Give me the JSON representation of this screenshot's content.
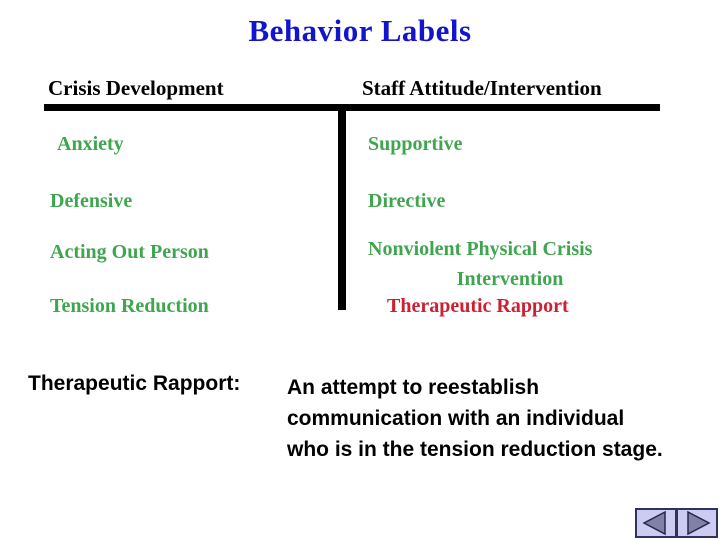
{
  "title": "Behavior Labels",
  "table": {
    "left_header": "Crisis Development",
    "right_header": "Staff Attitude/Intervention",
    "left_items": [
      "Anxiety",
      "Defensive",
      "Acting Out Person",
      "Tension Reduction"
    ],
    "right_items": [
      "Supportive",
      "Directive",
      "Nonviolent Physical Crisis",
      "Intervention",
      "Therapeutic Rapport"
    ]
  },
  "definition": {
    "term": "Therapeutic Rapport:",
    "lines": [
      "An attempt to reestablish",
      "communication with an individual",
      "who is in the tension reduction stage."
    ]
  },
  "nav": {
    "back_icon": "left-arrow-icon",
    "forward_icon": "right-arrow-icon"
  },
  "colors": {
    "title_blue": "#1414CC",
    "item_green": "#3FA64F",
    "item_red": "#CC2132",
    "rule_black": "#000000",
    "button_bg": "#CCCCF2",
    "button_border": "#31315E",
    "arrow_fill": "#8080A8",
    "arrow_outline": "#26264D"
  }
}
